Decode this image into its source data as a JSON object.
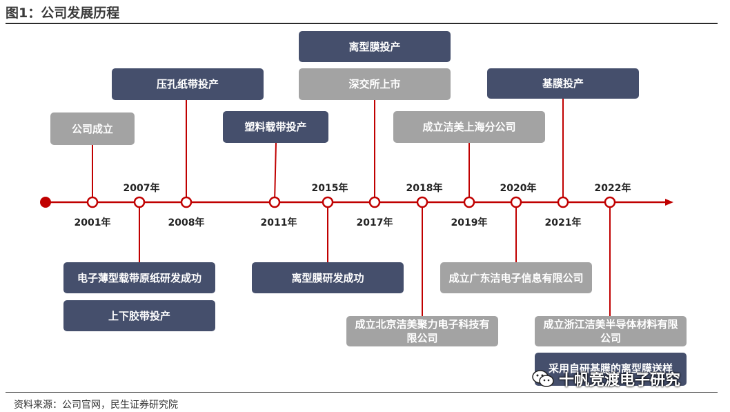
{
  "title": "图1：公司发展历程",
  "source": "资料来源：公司官网，民生证券研究院",
  "watermark": {
    "text": "十帆竞渡电子研究",
    "icon": "wechat-icon"
  },
  "colors": {
    "axis": "#c00000",
    "dark_box": "#454f6c",
    "light_box": "#a3a3a3"
  },
  "years": [
    "2001年",
    "2007年",
    "2008年",
    "2011年",
    "2015年",
    "2017年",
    "2018年",
    "2019年",
    "2020年",
    "2021年",
    "2022年"
  ],
  "events": {
    "e2001": "公司成立",
    "e2007_a": "电子薄型载带原纸研发成功",
    "e2007_b": "上下胶带投产",
    "e2008": "压孔纸带投产",
    "e2011": "塑料载带投产",
    "e2015": "离型膜研发成功",
    "e2017_a": "离型膜投产",
    "e2017_b": "深交所上市",
    "e2018": "成立北京洁美聚力电子科技有限公司",
    "e2019": "成立洁美上海分公司",
    "e2020": "成立广东洁电子信息有限公司",
    "e2021": "基膜投产",
    "e2022_a": "成立浙江洁美半导体材料有限公司",
    "e2022_b": "采用自研基膜的离型膜送样"
  }
}
